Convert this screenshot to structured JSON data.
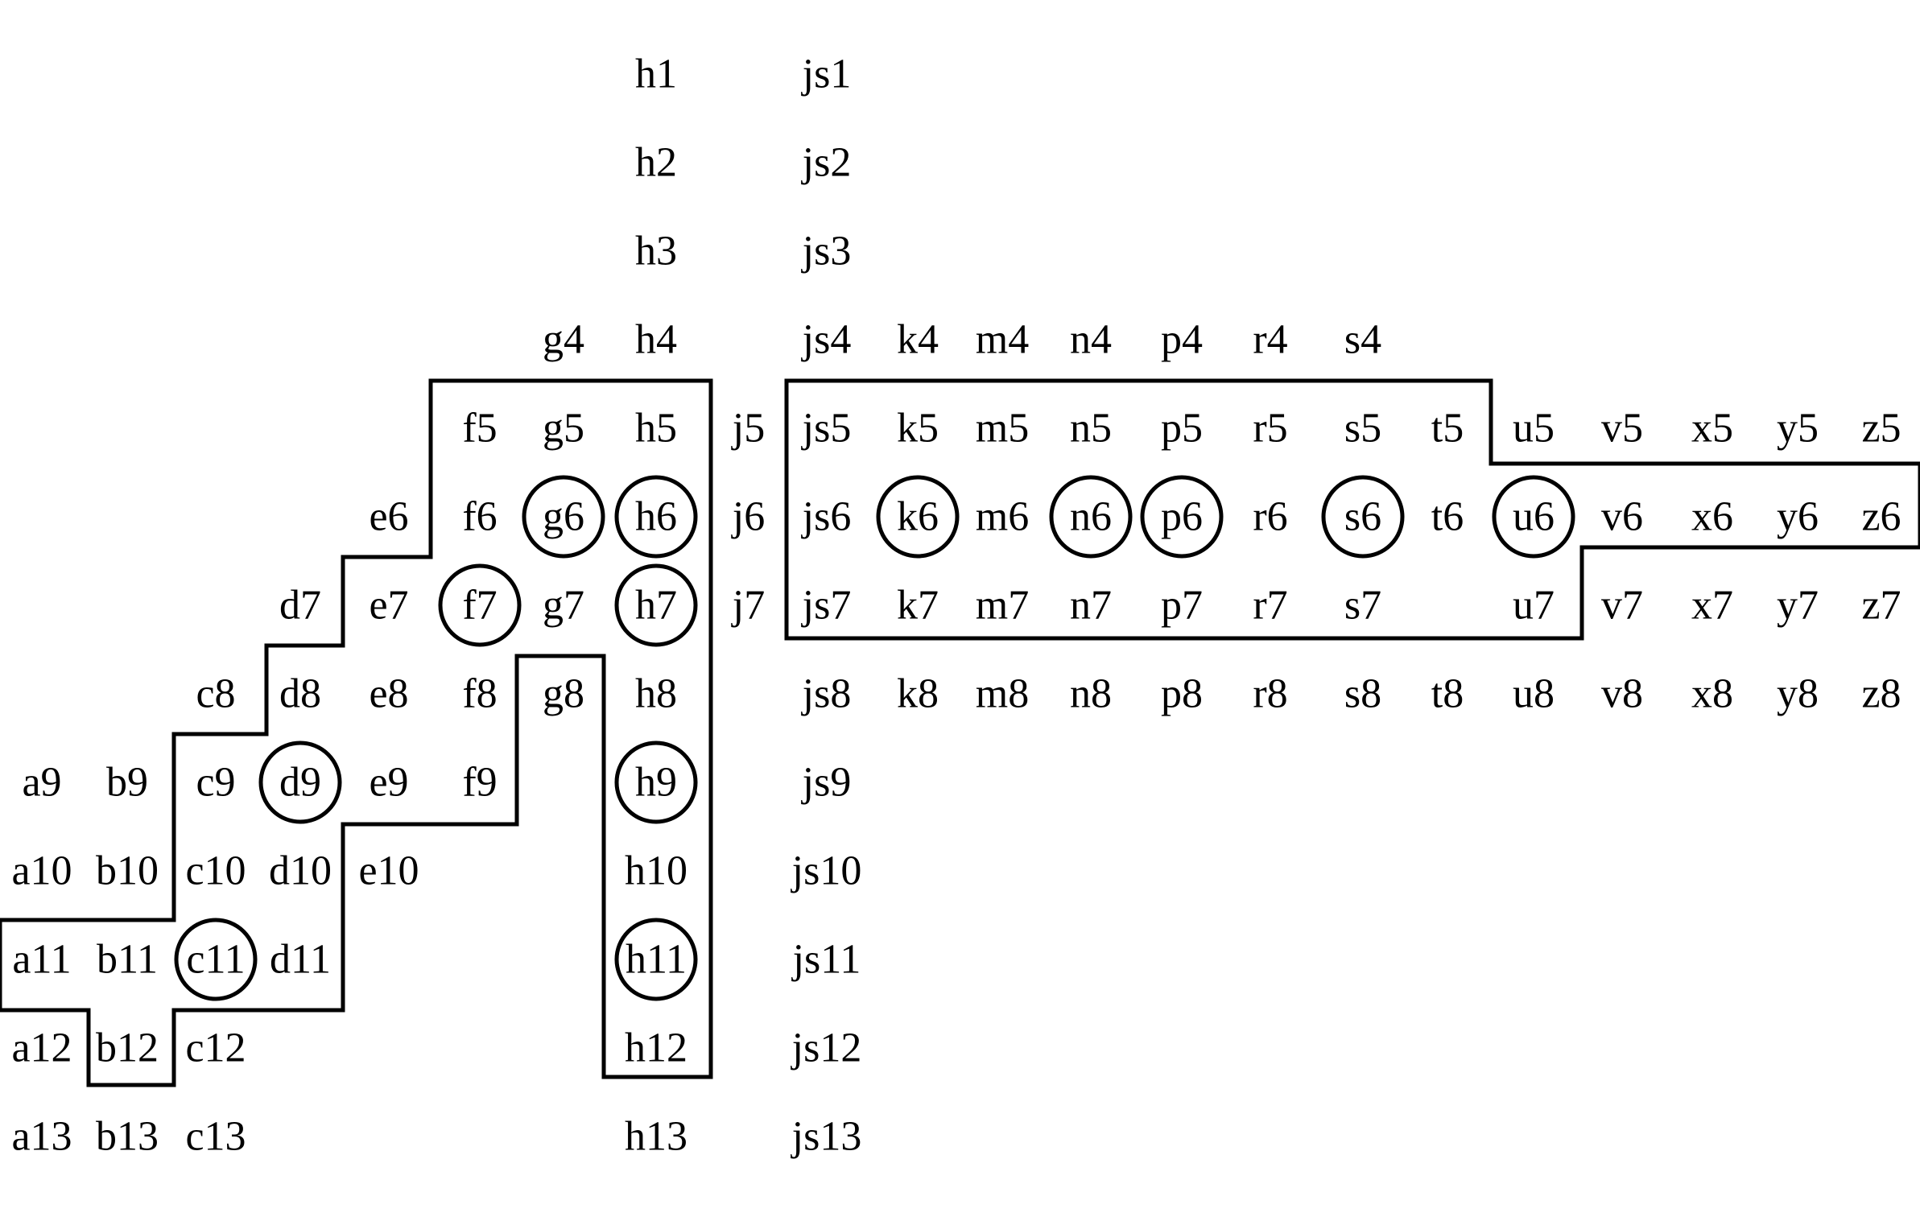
{
  "cells": [
    "h1",
    "js1",
    "h2",
    "js2",
    "h3",
    "js3",
    "g4",
    "h4",
    "js4",
    "k4",
    "m4",
    "n4",
    "p4",
    "r4",
    "s4",
    "f5",
    "g5",
    "h5",
    "j5",
    "js5",
    "k5",
    "m5",
    "n5",
    "p5",
    "r5",
    "s5",
    "t5",
    "u5",
    "v5",
    "x5",
    "y5",
    "z5",
    "e6",
    "f6",
    "g6",
    "h6",
    "j6",
    "js6",
    "k6",
    "m6",
    "n6",
    "p6",
    "r6",
    "s6",
    "t6",
    "u6",
    "v6",
    "x6",
    "y6",
    "z6",
    "d7",
    "e7",
    "f7",
    "g7",
    "h7",
    "j7",
    "js7",
    "k7",
    "m7",
    "n7",
    "p7",
    "r7",
    "s7",
    "u7",
    "v7",
    "x7",
    "y7",
    "z7",
    "c8",
    "d8",
    "e8",
    "f8",
    "g8",
    "h8",
    "js8",
    "k8",
    "m8",
    "n8",
    "p8",
    "r8",
    "s8",
    "t8",
    "u8",
    "v8",
    "x8",
    "y8",
    "z8",
    "a9",
    "b9",
    "c9",
    "d9",
    "e9",
    "f9",
    "h9",
    "js9",
    "a10",
    "b10",
    "c10",
    "d10",
    "e10",
    "h10",
    "js10",
    "a11",
    "b11",
    "c11",
    "d11",
    "h11",
    "js11",
    "a12",
    "b12",
    "c12",
    "h12",
    "js12",
    "a13",
    "b13",
    "c13",
    "h13",
    "js13"
  ],
  "circled": [
    "g6",
    "h6",
    "k6",
    "n6",
    "p6",
    "s6",
    "u6",
    "f7",
    "h7",
    "d9",
    "h9",
    "c11",
    "h11"
  ],
  "colors": {
    "ink": "#000000",
    "background": "#ffffff"
  }
}
